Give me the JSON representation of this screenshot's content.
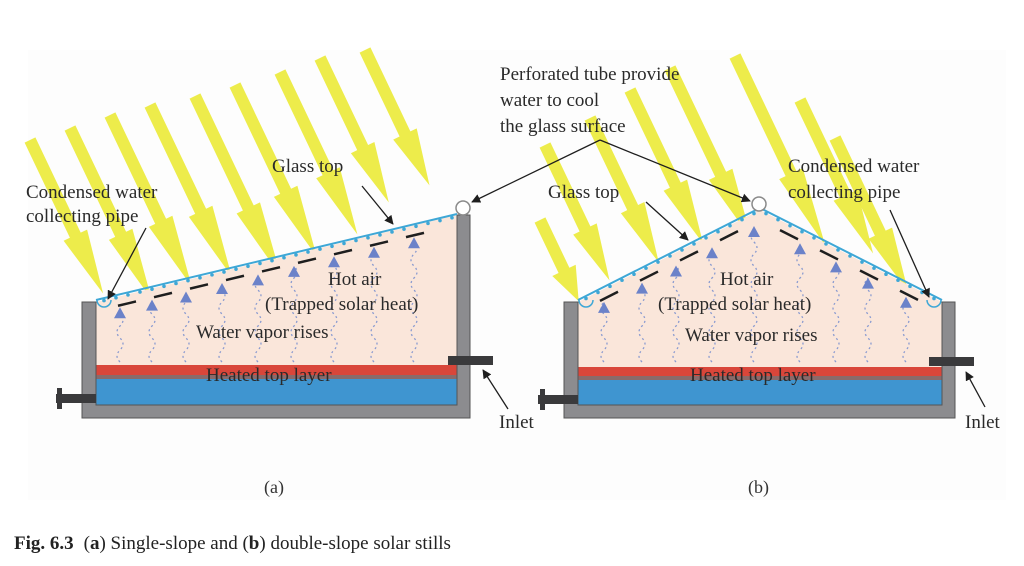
{
  "figure": {
    "panel_a": {
      "sublabel": "(a)",
      "labels": {
        "glass_top": "Glass top",
        "condensed_line1": "Condensed water",
        "condensed_line2": "collecting pipe",
        "hot_air": "Hot air",
        "trapped_heat": "(Trapped solar heat)",
        "vapor": "Water vapor rises",
        "heated_layer": "Heated top layer",
        "inlet": "Inlet"
      }
    },
    "panel_b": {
      "sublabel": "(b)",
      "labels": {
        "glass_top": "Glass top",
        "condensed_line1": "Condensed water",
        "condensed_line2": "collecting pipe",
        "hot_air": "Hot air",
        "trapped_heat": "(Trapped solar heat)",
        "vapor": "Water vapor rises",
        "heated_layer": "Heated top layer",
        "inlet": "Inlet"
      }
    },
    "shared_label": {
      "line1": "Perforated tube provide",
      "line2": "water to cool",
      "line3": "the glass surface"
    },
    "colors": {
      "sun_ray": "#ecea3c",
      "air": "#fae6da",
      "hot_layer": "#d9463a",
      "water": "#3f95d0",
      "basin": "#8c8c8f",
      "pipe": "#3a3a3c",
      "glass": "#3ea7d6",
      "vapor_arrow": "#6b82c9"
    }
  },
  "caption": {
    "fig_number": "Fig. 6.3",
    "a_marker": "a",
    "part1": ") Single-slope and (",
    "b_marker": "b",
    "part2": ") double-slope solar stills"
  }
}
